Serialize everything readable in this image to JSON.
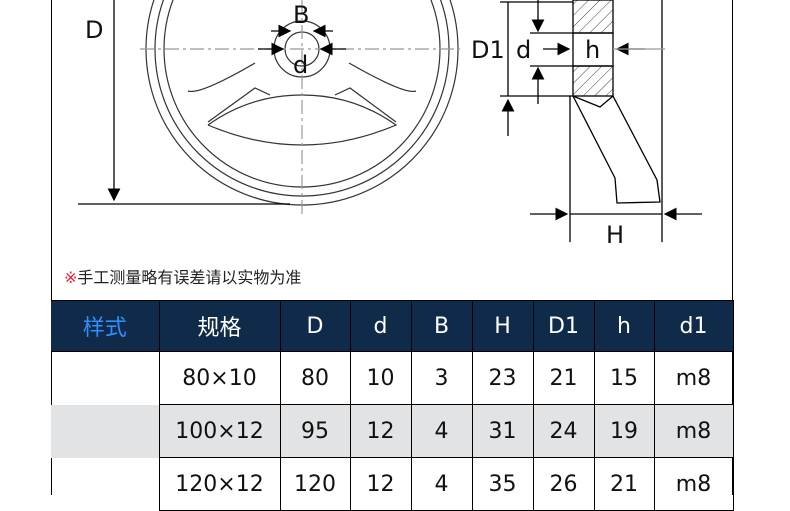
{
  "diagram": {
    "labels": {
      "D": "D",
      "B": "B",
      "d_front": "d",
      "D1": "D1",
      "d_side": "d",
      "h": "h",
      "H": "H"
    }
  },
  "note": {
    "mark": "※",
    "text": "手工测量略有误差请以实物为准"
  },
  "table": {
    "headers": [
      "样式",
      "规格",
      "D",
      "d",
      "B",
      "H",
      "D1",
      "h",
      "d1"
    ],
    "rows": [
      [
        "",
        "80×10",
        "80",
        "10",
        "3",
        "23",
        "21",
        "15",
        "m8"
      ],
      [
        "",
        "100×12",
        "95",
        "12",
        "4",
        "31",
        "24",
        "19",
        "m8"
      ],
      [
        "",
        "120×12",
        "120",
        "12",
        "4",
        "35",
        "26",
        "21",
        "m8"
      ]
    ]
  },
  "colors": {
    "header_bg": "#102a4a",
    "style_header": "#2f8fff",
    "note_mark": "#e8233a",
    "gray_row": "#e2e3e5"
  }
}
